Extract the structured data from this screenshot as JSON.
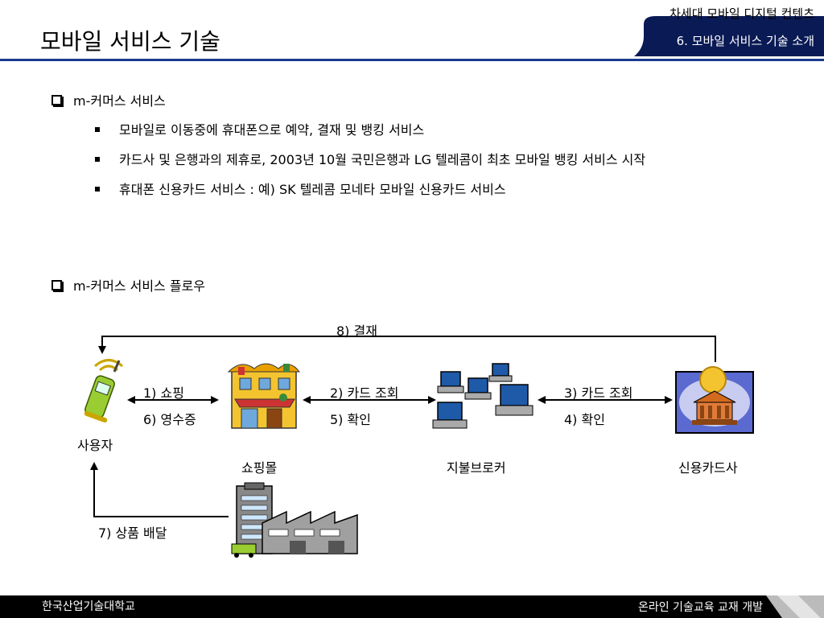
{
  "header": {
    "title": "모바일 서비스 기술",
    "course": "차세대 모바일 디지털 컨텐츠",
    "chapter": "6. 모바일 서비스 기술 소개"
  },
  "section1": {
    "heading": "m-커머스 서비스",
    "bullets": [
      "모바일로 이동중에 휴대폰으로 예약, 결재 및 뱅킹 서비스",
      "카드사 및 은행과의 제휴로, 2003년 10월 국민은행과 LG 텔레콤이 최초 모바일 뱅킹 서비스 시작",
      "휴대폰 신용카드 서비스 : 예) SK 텔레콤 모네타 모바일 신용카드 서비스"
    ]
  },
  "section2": {
    "heading": "m-커머스 서비스 플로우"
  },
  "flow": {
    "nodes": {
      "user": "사용자",
      "mall": "쇼핑몰",
      "broker": "지불브로커",
      "card": "신용카드사"
    },
    "steps": {
      "s1": "1) 쇼핑",
      "s2": "2) 카드 조회",
      "s3": "3) 카드 조회",
      "s4": "4) 확인",
      "s5": "5) 확인",
      "s6": "6) 영수증",
      "s7": "7) 상품 배달",
      "s8": "8) 결재"
    }
  },
  "footer": {
    "left": "한국산업기술대학교",
    "right": "온라인 기술교육 교재 개발"
  },
  "colors": {
    "header_navy": "#0a1a55",
    "accent_blue": "#1a3a8f",
    "footer_black": "#000000"
  }
}
